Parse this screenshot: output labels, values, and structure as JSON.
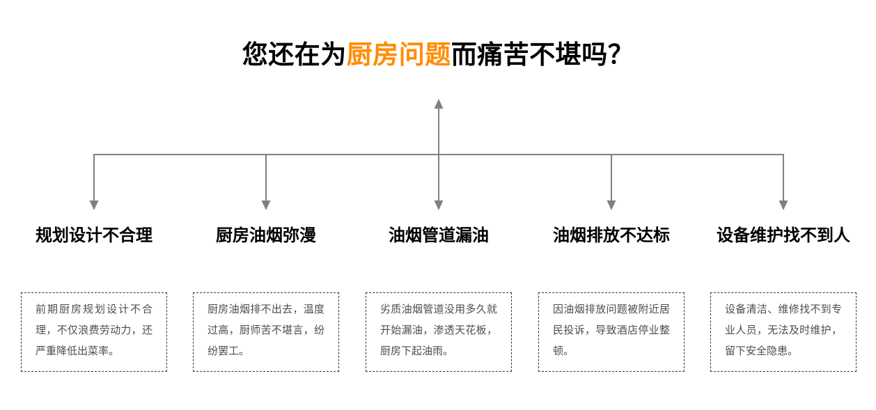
{
  "title": {
    "prefix": "您还在为",
    "highlight": "厨房问题",
    "suffix": "而痛苦不堪吗？"
  },
  "colors": {
    "highlight": "#ff8c00",
    "connector": "#808080",
    "box_border": "#333333",
    "box_text": "#4d4d4d",
    "title_text": "#000000"
  },
  "columns": [
    {
      "title": "规划设计不合理",
      "description": "前期厨房规划设计不合理，不仅浪费劳动力，还严重降低出菜率。"
    },
    {
      "title": "厨房油烟弥漫",
      "description": "厨房油烟排不出去，温度过高，厨师苦不堪言，纷纷罢工。"
    },
    {
      "title": "油烟管道漏油",
      "description": "劣质油烟管道没用多久就开始漏油，渗透天花板，厨房下起油雨。"
    },
    {
      "title": "油烟排放不达标",
      "description": "因油烟排放问题被附近居民投诉，导致酒店停业整顿。"
    },
    {
      "title": "设备维护找不到人",
      "description": "设备清洁、维修找不到专业人员，无法及时维护，留下安全隐患。"
    }
  ]
}
